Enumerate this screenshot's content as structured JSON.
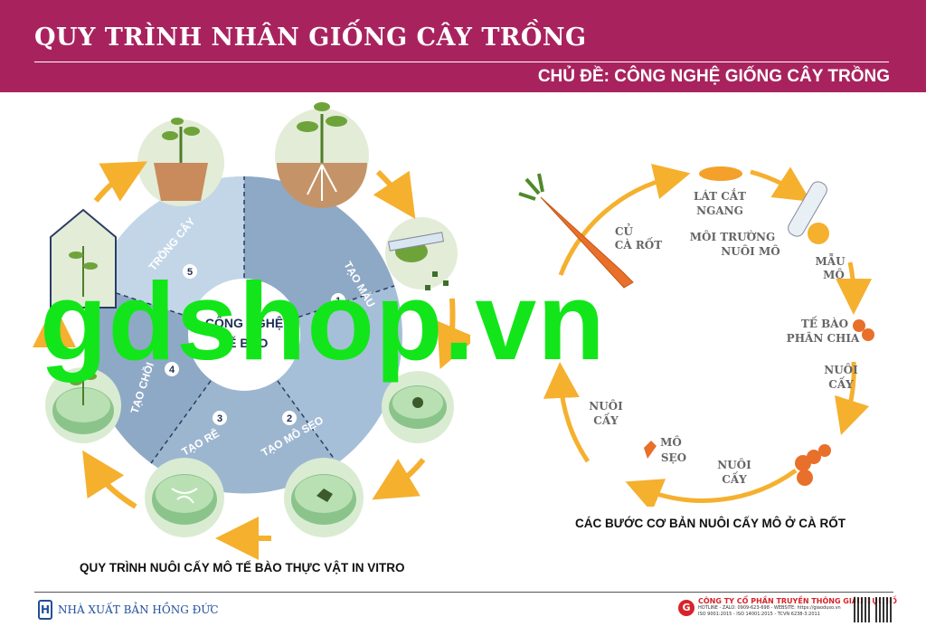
{
  "header": {
    "title": "QUY TRÌNH NHÂN GIỐNG CÂY TRỒNG",
    "subtitle": "CHỦ ĐỀ: CÔNG NGHỆ GIỐNG CÂY TRỒNG"
  },
  "left_diagram": {
    "caption": "QUY TRÌNH NUÔI CẤY MÔ TẾ BÀO THỰC VẬT IN VITRO",
    "center_label_1": "CÔNG NGHỆ",
    "center_label_2": "TẾ BÀO",
    "steps": [
      {
        "num": "1",
        "label": "TẠO MẪU"
      },
      {
        "num": "2",
        "label": "TẠO MÔ SẸO"
      },
      {
        "num": "3",
        "label": "TẠO RỄ"
      },
      {
        "num": "4",
        "label": "TẠO CHỒI"
      },
      {
        "num": "5",
        "label": "TRỒNG CÂY"
      }
    ]
  },
  "right_diagram": {
    "caption": "CÁC BƯỚC CƠ BẢN NUÔI CẤY MÔ Ở CÀ RỐT",
    "labels": {
      "cu_ca_rot": [
        "CỦ",
        "CÀ RỐT"
      ],
      "lat_cat": [
        "LÁT CẮT",
        "NGANG"
      ],
      "moi_truong": [
        "MÔI TRƯỜNG",
        "NUÔI MÔ"
      ],
      "mau_mo": [
        "MẪU",
        "MÔ"
      ],
      "te_bao": [
        "TẾ BÀO",
        "PHÂN CHIA"
      ],
      "nuoi_cay_right": [
        "NUÔI",
        "CẤY"
      ],
      "nuoi_cay_bottom": [
        "NUÔI",
        "CẤY"
      ],
      "mo_seo": [
        "MÔ",
        "SẸO"
      ],
      "nuoi_cay_left": [
        "NUÔI",
        "CẤY"
      ]
    }
  },
  "footer": {
    "publisher": "NHÀ XUẤT BẢN HỒNG ĐỨC",
    "publisher_logo": "H",
    "company": "CÔNG TY CỔ PHẦN TRUYỀN THÔNG GIÁO DỤC SỐ",
    "company_line2": "HOTLINE - ZALO: 0909-623-698 - WEBSITE: https://giaoduso.vn",
    "company_line3": "ISO 9001:2015 - ISO 14001:2015 - TCVN 6238-3:2011"
  },
  "watermark": "gdshop.vn",
  "colors": {
    "header_bg": "#a8235e",
    "arrow": "#f5b02e",
    "watermark": "#12e61a",
    "carrot": "#e8702a"
  }
}
